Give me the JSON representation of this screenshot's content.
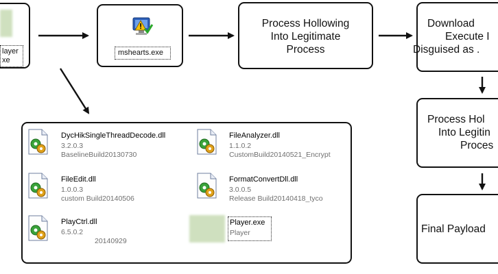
{
  "nodes": {
    "player": {
      "line1": "layer",
      "line2": "xe"
    },
    "mshearts": {
      "label": "mshearts.exe"
    },
    "hollowing": {
      "lines": [
        "Process Hollowing",
        "Into Legitimate",
        "Process"
      ]
    },
    "download": {
      "lines": [
        "Download",
        "Execute I",
        "Disguised as ."
      ]
    },
    "hollowing2": {
      "lines": [
        "Process Hol",
        "Into Legitin",
        "Proces"
      ]
    },
    "final": {
      "label": "Final Payload"
    }
  },
  "files": [
    {
      "name": "DycHikSingleThreadDecode.dll",
      "version": "3.2.0.3",
      "desc": "BaselineBuild20130730"
    },
    {
      "name": "FileAnalyzer.dll",
      "version": "1.1.0.2",
      "desc": "CustomBuild20140521_Encrypt"
    },
    {
      "name": "FileEdit.dll",
      "version": "1.0.0.3",
      "desc": "custom Build20140506"
    },
    {
      "name": "FormatConvertDll.dll",
      "version": "3.0.0.5",
      "desc": "Release Build20140418_tyco"
    },
    {
      "name": "PlayCtrl.dll",
      "version": "6.5.0.2",
      "desc": "20140929"
    },
    {
      "name": "Player.exe",
      "version": "Player",
      "desc": ""
    }
  ],
  "icons": {
    "dll": "dll-file-icon",
    "mshearts": "warning-monitor-icon"
  }
}
